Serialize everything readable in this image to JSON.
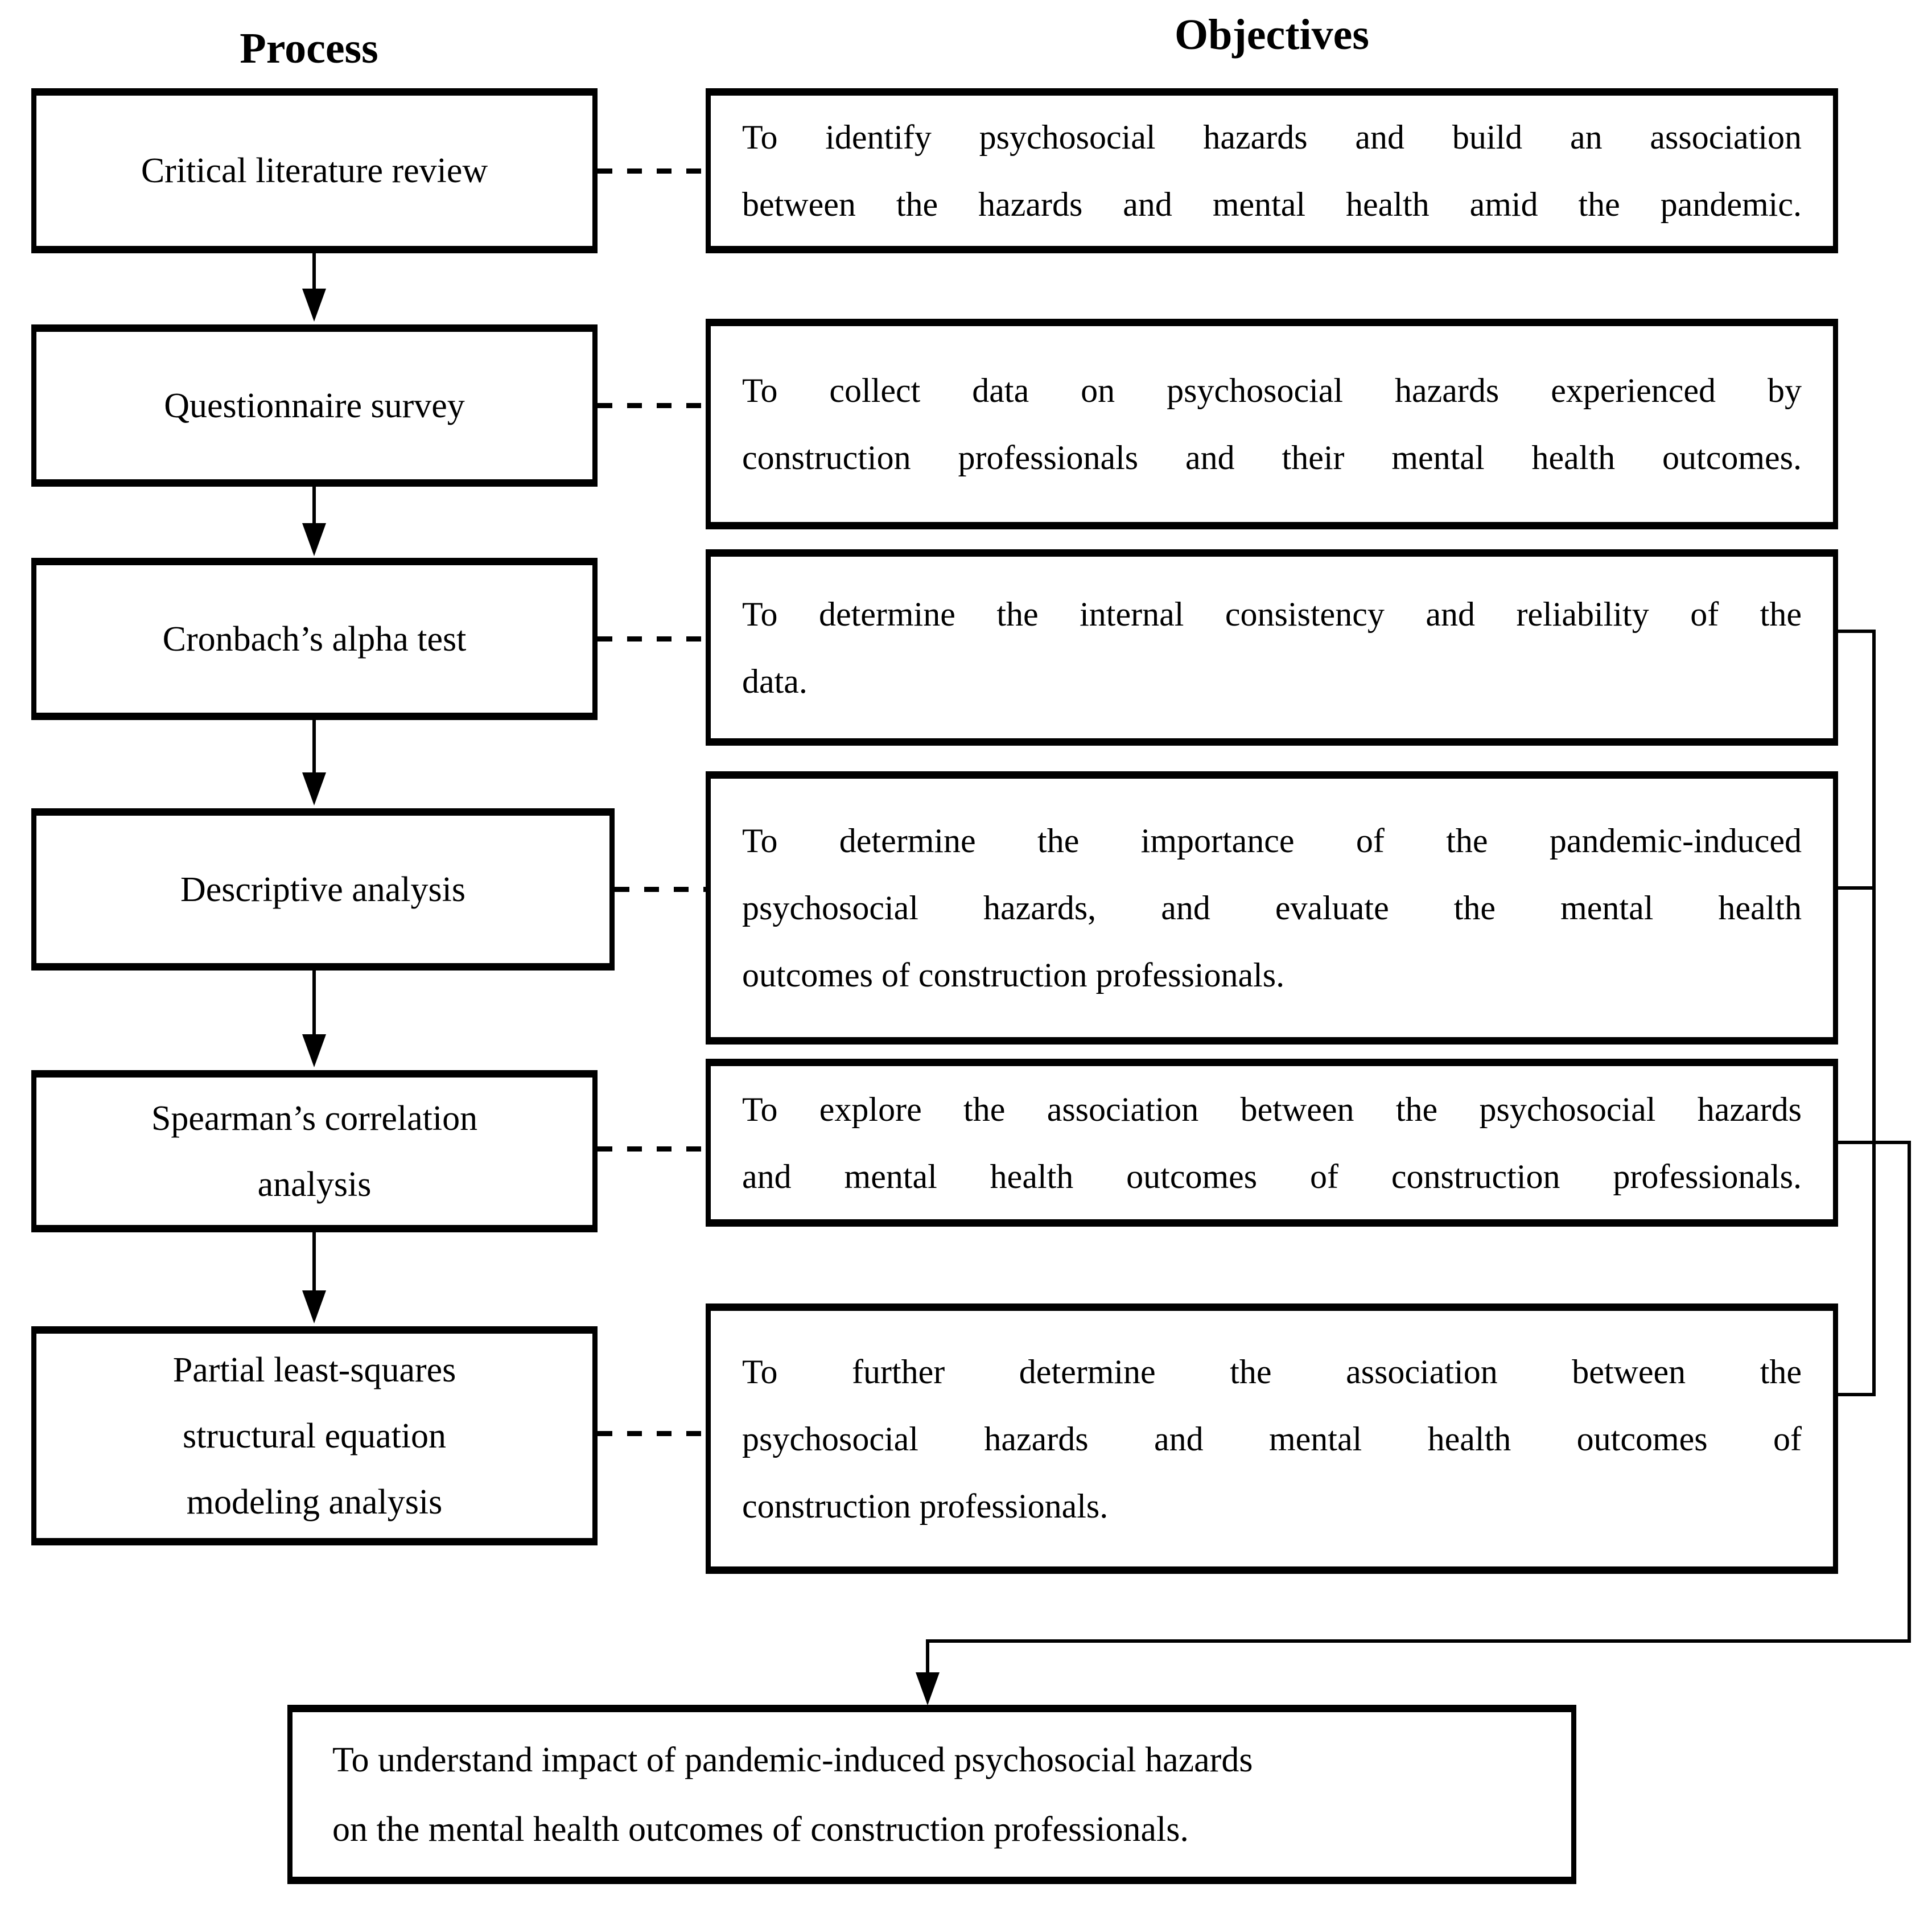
{
  "headers": {
    "process": "Process",
    "objectives": "Objectives"
  },
  "process_steps": [
    {
      "id": "critical-literature-review",
      "lines": [
        "Critical literature review"
      ]
    },
    {
      "id": "questionnaire-survey",
      "lines": [
        "Questionnaire survey"
      ]
    },
    {
      "id": "cronbachs-alpha-test",
      "lines": [
        "Cronbach’s alpha test"
      ]
    },
    {
      "id": "descriptive-analysis",
      "lines": [
        "Descriptive analysis"
      ]
    },
    {
      "id": "spearmans-correlation-analysis",
      "lines": [
        "Spearman’s correlation",
        "analysis"
      ]
    },
    {
      "id": "pls-sem-analysis",
      "lines": [
        "Partial least-squares",
        "structural equation",
        "modeling analysis"
      ]
    }
  ],
  "objectives": [
    {
      "lines": [
        "To identify psychosocial hazards and build an association",
        "between the hazards and mental health amid the pandemic."
      ]
    },
    {
      "lines": [
        "To collect data on psychosocial hazards experienced by",
        "construction professionals and their mental health outcomes."
      ]
    },
    {
      "lines": [
        "To determine the internal consistency and reliability of the",
        "data."
      ]
    },
    {
      "lines": [
        "To determine the importance of the pandemic-induced",
        "psychosocial hazards, and evaluate the mental health",
        "outcomes of construction professionals."
      ]
    },
    {
      "lines": [
        "To explore the association between the psychosocial hazards",
        "and mental health outcomes of construction professionals."
      ]
    },
    {
      "lines": [
        "To further determine the association between the",
        "psychosocial hazards and mental health outcomes of",
        "construction professionals."
      ]
    }
  ],
  "final_goal": {
    "lines": [
      "To understand impact of pandemic-induced psychosocial hazards",
      "on the mental health outcomes of construction professionals."
    ]
  },
  "colors": {
    "background": "#ffffff",
    "line": "#000000",
    "text": "#000000"
  }
}
